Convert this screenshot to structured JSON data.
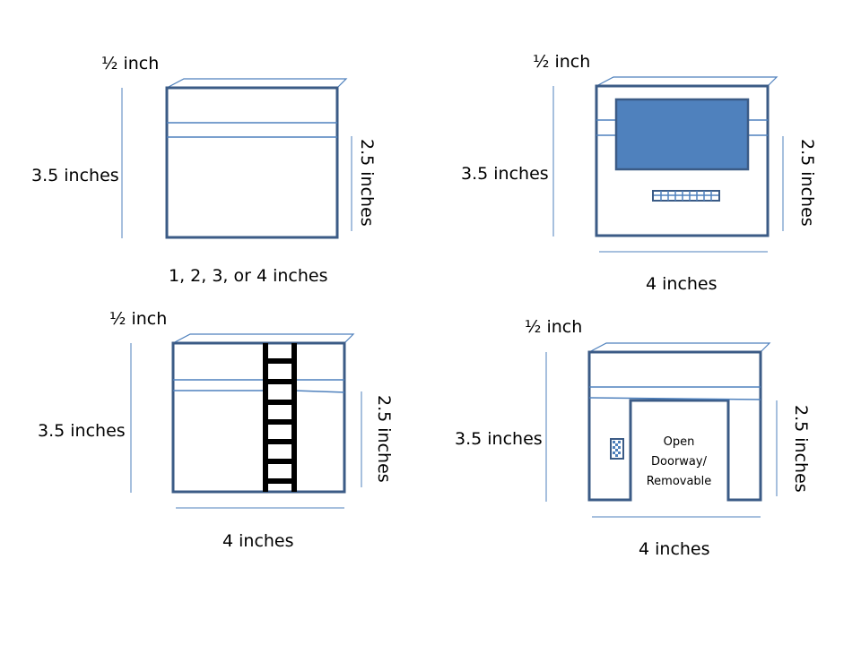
{
  "colors": {
    "outline": "#3b5b86",
    "accent": "#4f81bd",
    "window_fill": "#4f81bd"
  },
  "panels": [
    {
      "name": "panel-1",
      "top_label": "½ inch",
      "left_label": "3.5 inches",
      "right_label": "2.5 inches",
      "bottom_label": "1, 2, 3, or 4 inches"
    },
    {
      "name": "panel-2",
      "top_label": "½ inch",
      "left_label": "3.5 inches",
      "right_label": "2.5 inches",
      "bottom_label": "4 inches"
    },
    {
      "name": "panel-3",
      "top_label": "½ inch",
      "left_label": "3.5 inches",
      "right_label": "2.5 inches",
      "bottom_label": "4 inches"
    },
    {
      "name": "panel-4",
      "top_label": "½ inch",
      "left_label": "3.5 inches",
      "right_label": "2.5 inches",
      "bottom_label": "4 inches",
      "doorway_lines": [
        "Open",
        "Doorway/",
        "Removable"
      ]
    }
  ]
}
